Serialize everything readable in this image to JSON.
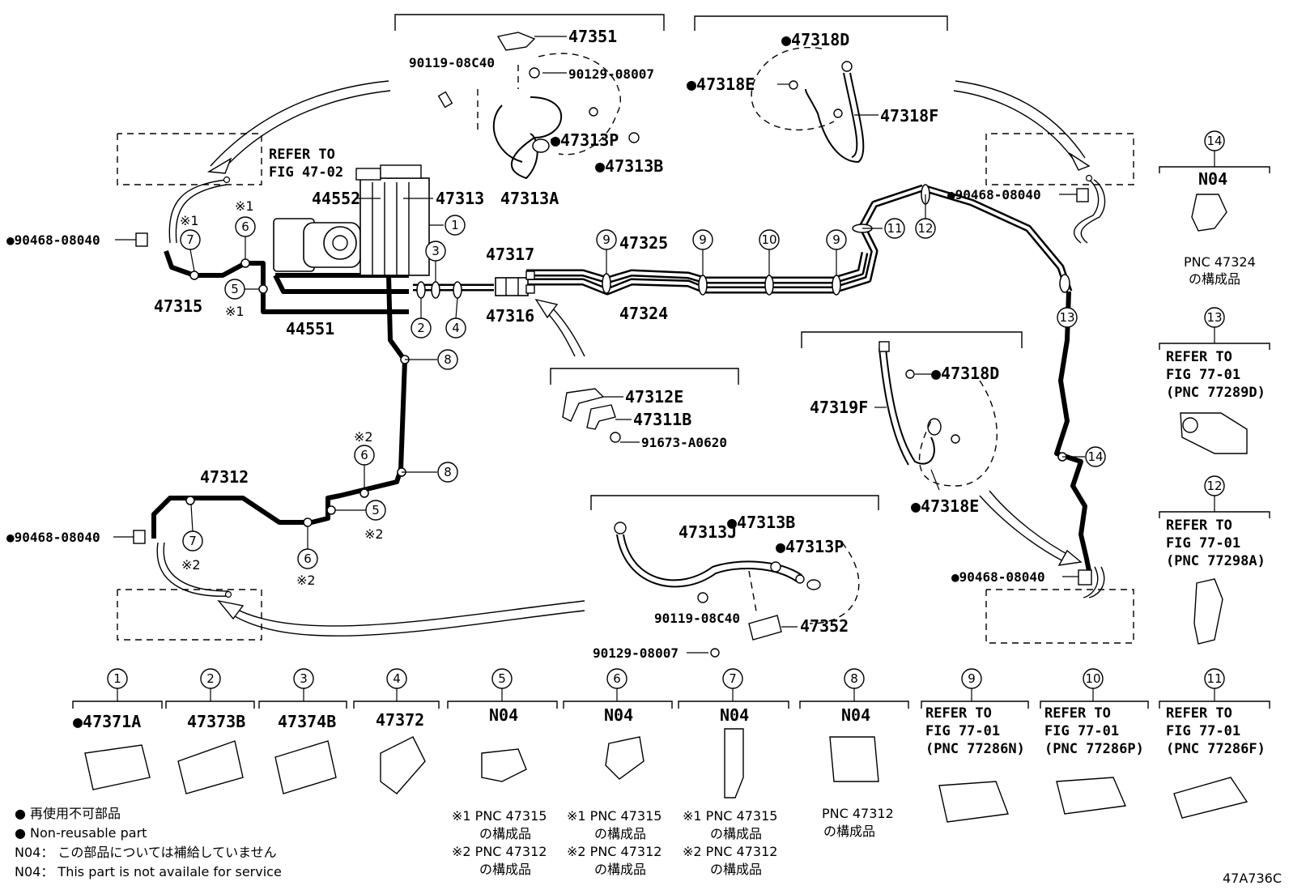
{
  "diagram_id": "47A736C",
  "parts": {
    "p47351": "47351",
    "p90119_08C40_top": "90119-08C40",
    "p90129_08007_top": "90129-08007",
    "p47313P_top": "●47313P",
    "p47313B_top": "●47313B",
    "p47313A": "47313A",
    "p47313": "47313",
    "p44552": "44552",
    "p44551": "44551",
    "p47318D_top": "●47318D",
    "p47318E_top": "●47318E",
    "p47318F": "47318F",
    "p90468_left_top": "●90468-08040",
    "p90468_left_bottom": "●90468-08040",
    "p90468_right_top": "●90468-08040",
    "p90468_right_bottom": "●90468-08040",
    "p47315": "47315",
    "p47317": "47317",
    "p47316": "47316",
    "p47325": "47325",
    "p47324": "47324",
    "p47312E": "47312E",
    "p47311B": "47311B",
    "p91673": "91673-A0620",
    "p47312": "47312",
    "p47319F": "47319F",
    "p47318D_mid": "●47318D",
    "p47318E_mid": "●47318E",
    "p47313J": "47313J",
    "p47313B_bot": "●47313B",
    "p47313P_bot": "●47313P",
    "p90119_08C40_bot": "90119-08C40",
    "p47352": "47352",
    "p90129_08007_bot": "90129-08007"
  },
  "refer_fig4702": {
    "line1": "REFER TO",
    "line2": "FIG 47-02"
  },
  "marks": {
    "star1": "※1",
    "star2": "※2"
  },
  "callout_numbers": [
    "1",
    "2",
    "3",
    "4",
    "5",
    "6",
    "7",
    "8",
    "9",
    "10",
    "11",
    "12",
    "13",
    "14"
  ],
  "right_column": {
    "c14": {
      "num": "14",
      "code": "N04",
      "note1": "PNC 47324",
      "note2": "の構成品"
    },
    "c13": {
      "num": "13",
      "line1": "REFER TO",
      "line2": "FIG 77-01",
      "line3": "(PNC 77289D)"
    },
    "c12": {
      "num": "12",
      "line1": "REFER TO",
      "line2": "FIG 77-01",
      "line3": "(PNC 77298A)"
    }
  },
  "bottom_row": [
    {
      "num": "1",
      "label": "●47371A"
    },
    {
      "num": "2",
      "label": "47373B"
    },
    {
      "num": "3",
      "label": "47374B"
    },
    {
      "num": "4",
      "label": "47372"
    },
    {
      "num": "5",
      "label": "N04",
      "n1": "※1 PNC 47315",
      "n2": "の構成品",
      "n3": "※2 PNC 47312",
      "n4": "の構成品"
    },
    {
      "num": "6",
      "label": "N04",
      "n1": "※1 PNC 47315",
      "n2": "の構成品",
      "n3": "※2 PNC 47312",
      "n4": "の構成品"
    },
    {
      "num": "7",
      "label": "N04",
      "n1": "※1 PNC 47315",
      "n2": "の構成品",
      "n3": "※2 PNC 47312",
      "n4": "の構成品"
    },
    {
      "num": "8",
      "label": "N04",
      "n1": "PNC 47312",
      "n2": "の構成品"
    },
    {
      "num": "9",
      "line1": "REFER TO",
      "line2": "FIG 77-01",
      "line3": "(PNC 77286N)"
    },
    {
      "num": "10",
      "line1": "REFER TO",
      "line2": "FIG 77-01",
      "line3": "(PNC 77286P)"
    },
    {
      "num": "11",
      "line1": "REFER TO",
      "line2": "FIG 77-01",
      "line3": "(PNC 77286F)"
    }
  ],
  "legend": {
    "l1": "● 再使用不可部品",
    "l2": "● Non-reusable part",
    "l3": "N04： この部品については補給していません",
    "l4": "N04： This part is not availale for service"
  }
}
